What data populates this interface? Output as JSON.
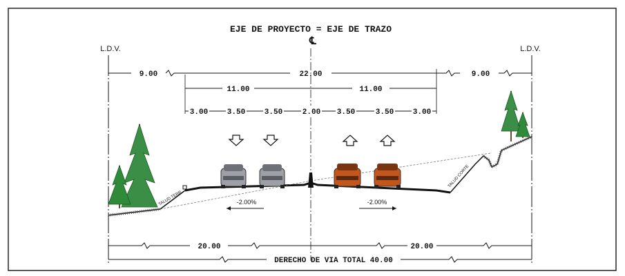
{
  "title": "EJE DE PROYECTO = EJE DE TRAZO",
  "centerline_symbol": "℄",
  "ldv_left": "L.D.V.",
  "ldv_right": "L.D.V.",
  "dims": {
    "left_margin": "9.00",
    "total_crown": "22.00",
    "right_margin": "9.00",
    "half_left": "11.00",
    "half_right": "11.00",
    "lanes": [
      "3.00",
      "3.50",
      "3.50",
      "2.00",
      "3.50",
      "3.50",
      "3.00"
    ],
    "row_left": "20.00",
    "row_right": "20.00",
    "row_total": "DERECHO DE VIA TOTAL 40.00"
  },
  "slopes": {
    "left": "-2.00%",
    "right": "-2.00%"
  },
  "talud_labels": {
    "left": "TALUD TERR.",
    "right": "TALUD CORTE"
  },
  "colors": {
    "line": "#111111",
    "car_gray": "#8a8d93",
    "car_orange": "#c4561c",
    "tree": "#2f8a3a"
  },
  "lane_directions": [
    "down",
    "down",
    "up",
    "up"
  ]
}
